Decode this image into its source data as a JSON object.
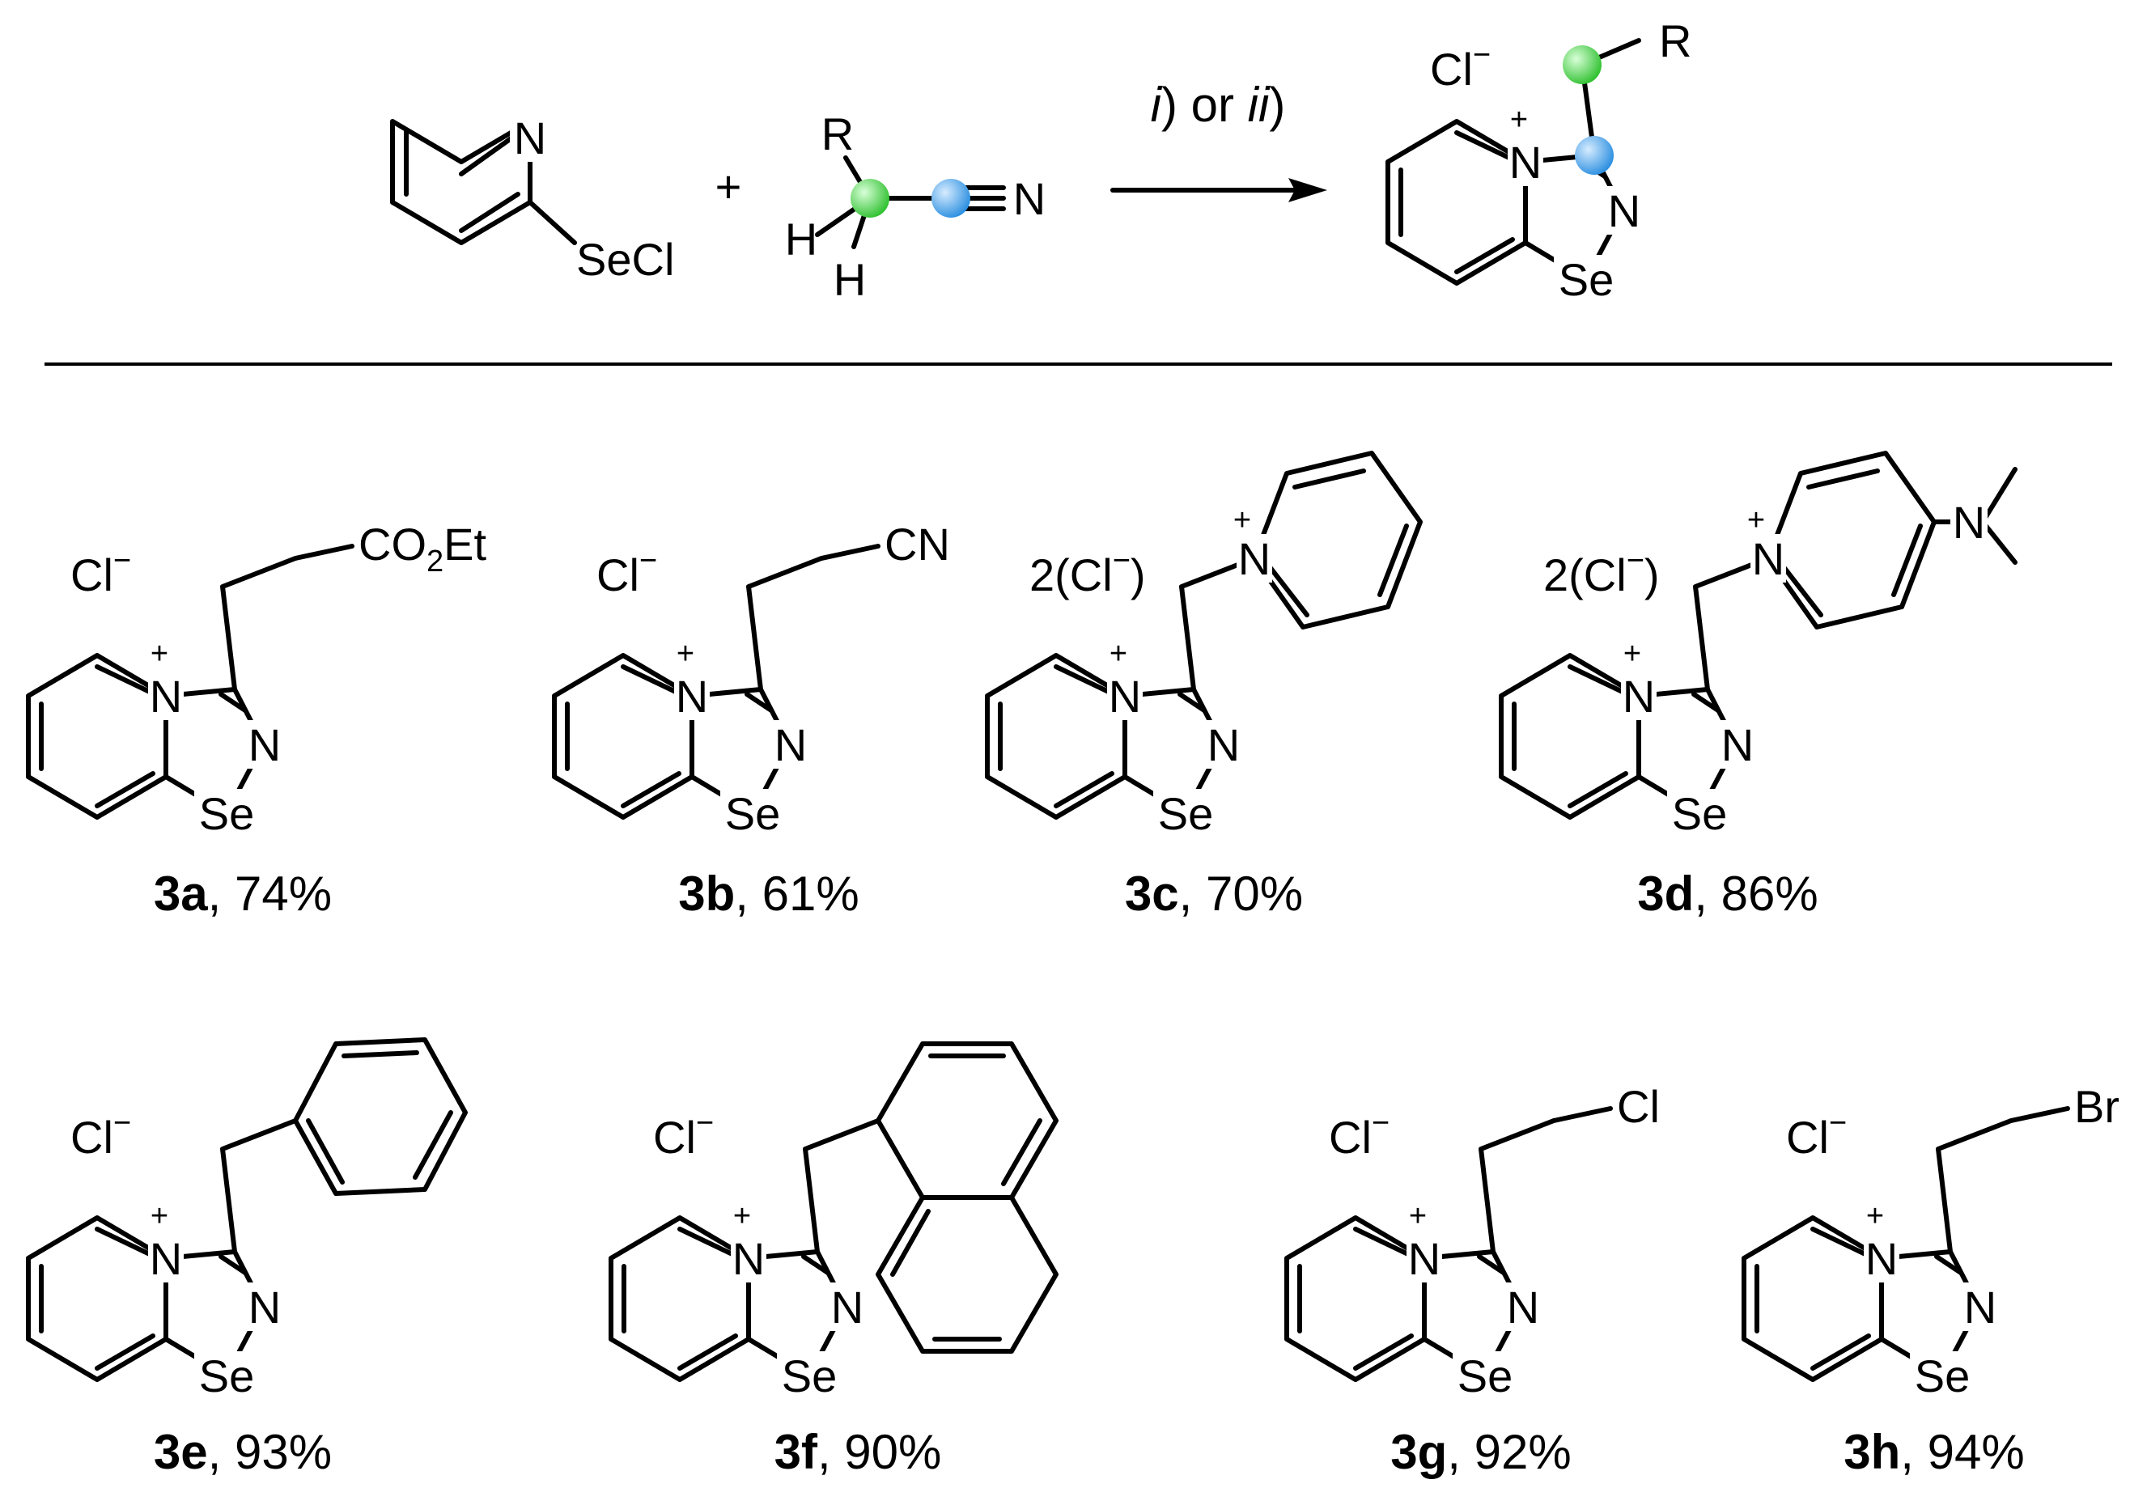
{
  "reaction": {
    "reactant1": {
      "pyridine_n": "N",
      "substituent": "SeCl"
    },
    "plus": "+",
    "reactant2": {
      "r": "R",
      "h1": "H",
      "h2": "H",
      "nitrile_n": "N"
    },
    "arrow": {
      "cond1": "i",
      "mid": ") or ",
      "cond2": "ii",
      "end": ")"
    },
    "product": {
      "counter_ion": "Cl",
      "charge_minus": "−",
      "charge_plus": "+",
      "n_ring": "N",
      "n_azole": "N",
      "se": "Se",
      "r": "R"
    }
  },
  "highlight_colors": {
    "green": "#3ecf3e",
    "blue": "#3a9ee8"
  },
  "compounds": [
    {
      "id": "3a",
      "yield": "74%",
      "counter": "Cl",
      "side": "CO",
      "sub": "2",
      "tail": "Et"
    },
    {
      "id": "3b",
      "yield": "61%",
      "counter": "Cl",
      "side": "CN"
    },
    {
      "id": "3c",
      "yield": "70%",
      "counter": "2(Cl",
      "counter_close": ")",
      "side": "N"
    },
    {
      "id": "3d",
      "yield": "86%",
      "counter": "2(Cl",
      "counter_close": ")",
      "side": "N",
      "side2": "N"
    },
    {
      "id": "3e",
      "yield": "93%",
      "counter": "Cl"
    },
    {
      "id": "3f",
      "yield": "90%",
      "counter": "Cl"
    },
    {
      "id": "3g",
      "yield": "92%",
      "counter": "Cl",
      "side": "Cl"
    },
    {
      "id": "3h",
      "yield": "94%",
      "counter": "Cl",
      "side": "Br"
    }
  ],
  "core_atoms": {
    "n_plus": "N",
    "plus": "+",
    "n": "N",
    "se": "Se",
    "minus": "−"
  }
}
